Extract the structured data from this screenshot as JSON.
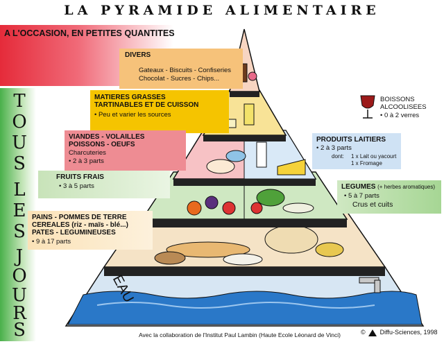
{
  "title": "LA PYRAMIDE ALIMENTAIRE",
  "occasion_label": "A L'OCCASION, EN PETITES QUANTITES",
  "daily_label": [
    "T",
    "O",
    "U",
    "S",
    "L",
    "E",
    "S",
    "J",
    "O",
    "U",
    "R",
    "S"
  ],
  "tiers": {
    "divers": {
      "title": "DIVERS",
      "lines": [
        "Gateaux - Biscuits - Confiseries",
        "Chocolat - Sucres - Chips..."
      ]
    },
    "matieres": {
      "title1": "MATIERES GRASSES",
      "title2": "TARTINABLES ET DE CUISSON",
      "note": "• Peu et varier les sources"
    },
    "viandes": {
      "title1": "VIANDES - VOLAILLES",
      "title2": "POISSONS - OEUFS",
      "sub": "Charcuteries",
      "note": "• 2 à 3 parts"
    },
    "laitiers": {
      "title": "PRODUITS LAITIERS",
      "note": "• 2 à 3 parts",
      "dont": "dont:",
      "d1": "1 x Lait ou yacourt",
      "d2": "1 x Fromage"
    },
    "fruits": {
      "title": "FRUITS FRAIS",
      "note": "• 3 à 5 parts"
    },
    "legumes": {
      "title": "LEGUMES",
      "aside": "(+ herbes aromatiques)",
      "note": "• 5 à 7 parts",
      "extra": "Crus et cuits"
    },
    "pains": {
      "title1": "PAINS - POMMES DE TERRE",
      "title2": "CEREALES (riz - maïs - blé...)",
      "title3": "PATES - LEGUMINEUSES",
      "note": "• 9 à 17 parts"
    },
    "eau": {
      "title": "EAU"
    }
  },
  "boissons": {
    "title1": "BOISSONS",
    "title2": "ALCOOLISEES",
    "note": "• 0 à 2 verres"
  },
  "credit": "Avec la collaboration de l'Institut Paul Lambin (Haute Ecole Léonard de Vinci)",
  "logo": {
    "name": "Diffu-Sciences",
    "year": ", 1998",
    "copyright": "©"
  },
  "colors": {
    "red": "#e52b3a",
    "green": "#49b04a",
    "orange": "#f4b860",
    "yellow": "#f5c400",
    "pink": "#ee8c93",
    "blue": "#7fb6e0",
    "water": "#2a78c8"
  }
}
